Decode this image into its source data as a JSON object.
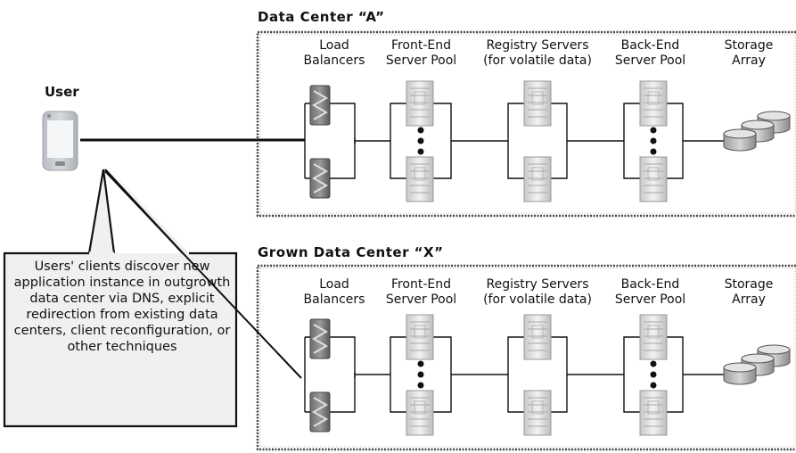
{
  "user": {
    "label": "User"
  },
  "callout": {
    "text": "Users' clients discover new application instance in outgrowth data center via DNS, explicit redirection from existing data centers, client reconfiguration, or other techniques"
  },
  "data_centers": [
    {
      "title": "Data Center “A”",
      "columns": [
        {
          "label_line1": "Load",
          "label_line2": "Balancers"
        },
        {
          "label_line1": "Front-End",
          "label_line2": "Server Pool"
        },
        {
          "label_line1": "Registry Servers",
          "label_line2": "(for volatile data)"
        },
        {
          "label_line1": "Back-End",
          "label_line2": "Server Pool"
        },
        {
          "label_line1": "Storage",
          "label_line2": "Array"
        }
      ]
    },
    {
      "title": "Grown Data Center “X”",
      "columns": [
        {
          "label_line1": "Load",
          "label_line2": "Balancers"
        },
        {
          "label_line1": "Front-End",
          "label_line2": "Server Pool"
        },
        {
          "label_line1": "Registry Servers",
          "label_line2": "(for volatile data)"
        },
        {
          "label_line1": "Back-End",
          "label_line2": "Server Pool"
        },
        {
          "label_line1": "Storage",
          "label_line2": "Array"
        }
      ]
    }
  ]
}
